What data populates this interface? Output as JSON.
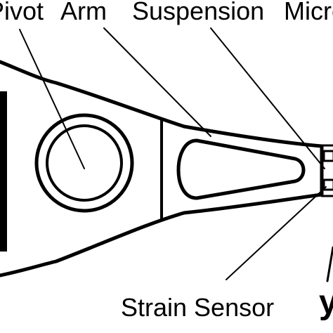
{
  "labels": {
    "pivot": "Pivot",
    "arm": "Arm",
    "suspension": "Suspension",
    "micro": "Micro",
    "strain_sensor": "Strain Sensor",
    "axis_y": "y"
  },
  "colors": {
    "ink": "#000000",
    "background": "#ffffff"
  }
}
